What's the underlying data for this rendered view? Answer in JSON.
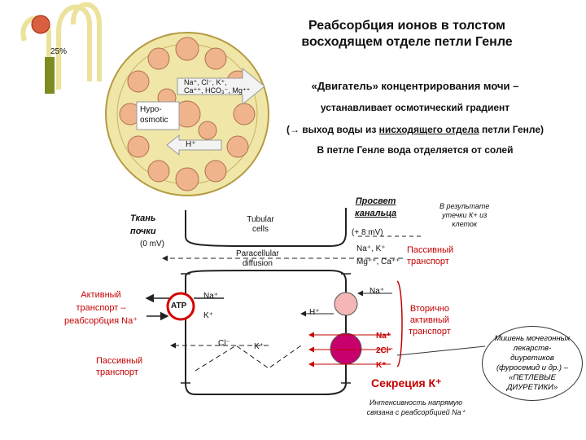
{
  "title_lines": [
    "Реабсорбция ионов в толстом",
    "восходящем отделе петли Генле"
  ],
  "desc": {
    "line1": "«Двигатель» концентрирования мочи –",
    "line2": "устанавливает осмотический градиент",
    "line3_prefix": "(→ выход воды из ",
    "line3_underlined": "нисходящего отдела",
    "line3_suffix": " петли Генле)",
    "line4": "В петле Генле вода отделяется от солей"
  },
  "top_figure": {
    "percent_label": "25%",
    "ions_box": [
      "Na⁺, Cl⁻, K⁺,",
      "Ca⁺⁺, HCO₃⁻, Mg⁺⁺"
    ],
    "hypo_label": [
      "Hypo-",
      "osmotic"
    ],
    "h_label": "H⁺"
  },
  "labels": {
    "tissue": [
      "Ткань",
      "почки"
    ],
    "lumen": [
      "Просвет",
      "канальца"
    ],
    "result_note": [
      "В результате",
      "утечки К+ из",
      "клеток"
    ],
    "passive_top": [
      "Пассивный",
      "транспорт"
    ],
    "active": [
      "Активный",
      "транспорт –",
      "реабсорбция Na⁺"
    ],
    "secondary": [
      "Вторично",
      "активный",
      "транспорт"
    ],
    "passive_bottom": [
      "Пассивный",
      "транспорт"
    ],
    "secretion": "Секреция К⁺",
    "intensity": [
      "Интенсивность напрямую",
      "связана с реабсорбцией Na⁺"
    ],
    "target": [
      "Мишень мочегонных",
      "лекарств-",
      "диуретиков",
      "(фуросемид и др.) –",
      "«ПЕТЛЕВЫЕ",
      "ДИУРЕТИКИ»"
    ]
  },
  "cell_diagram": {
    "tubular_cells": [
      "Tubular",
      "cells"
    ],
    "lumen_potential": "(+ 8 mV)",
    "tissue_potential": "(0 mV)",
    "paracellular": [
      "Paracellular",
      "diffusion"
    ],
    "paracellular_ions": [
      "Na⁺, K⁺",
      "Mg⁺⁺, Ca⁺⁺"
    ],
    "atp": "ATP",
    "na_left": "Na⁺",
    "k_left": "K⁺",
    "cl_left": "Cl⁻",
    "k_top": "K⁺",
    "na_apical": "Na⁺",
    "h_apical": "H⁺",
    "cotransport": [
      "Na⁺",
      "2Cl⁻",
      "K⁺"
    ]
  },
  "colors": {
    "accent_red": "#c40000",
    "cotransporter": "#c8006e",
    "exchanger": "#f4b6b6",
    "atp_ring": "#d60000",
    "tubule": "#f0e6a8",
    "cells": "#f0b48c"
  }
}
